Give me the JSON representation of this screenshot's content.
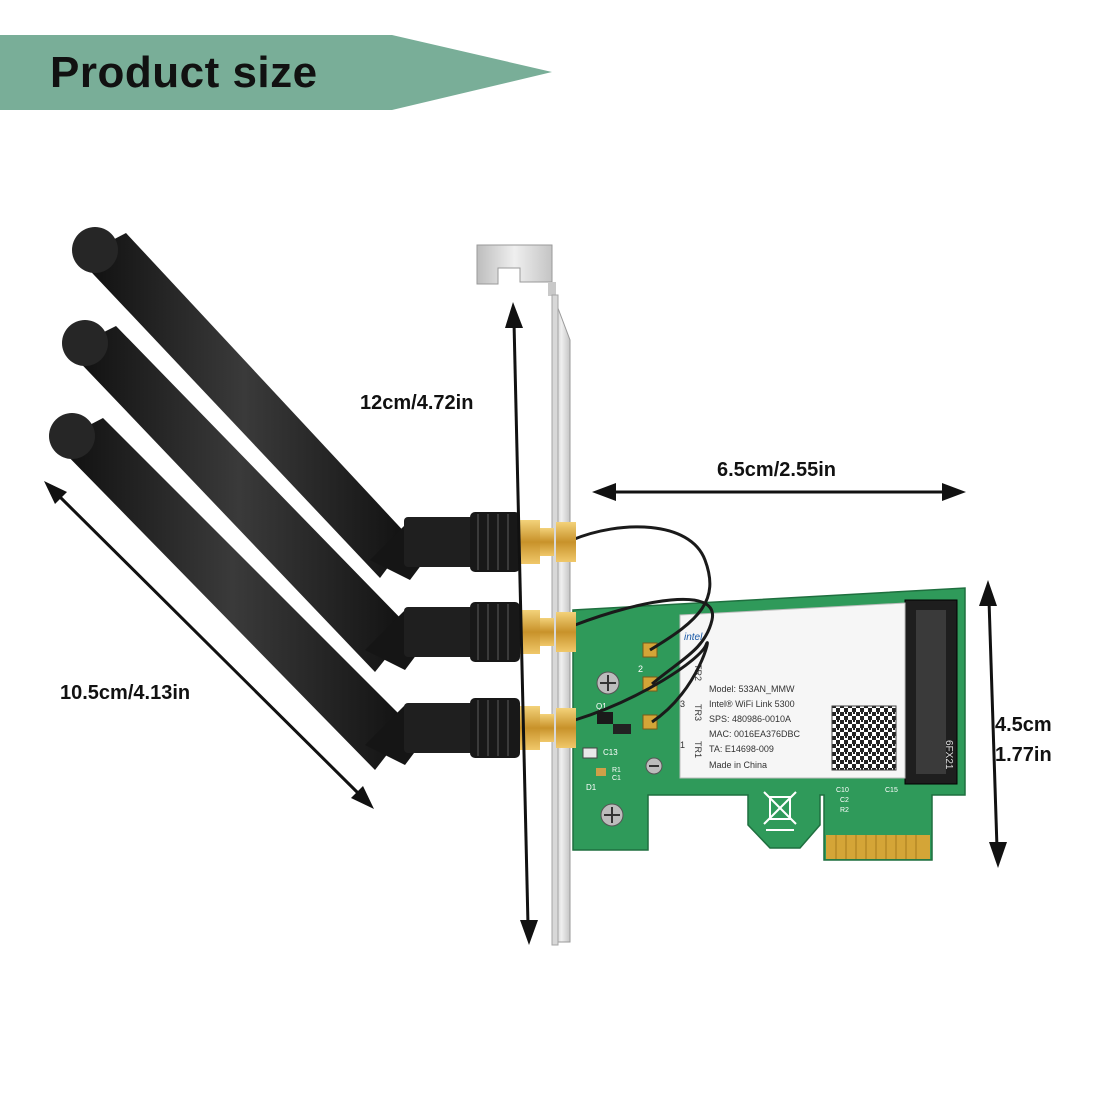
{
  "banner": {
    "title": "Product size",
    "color": "#79ae98"
  },
  "dimensions": {
    "bracket_height": "12cm/4.72in",
    "card_width": "6.5cm/2.55in",
    "antenna_length": "10.5cm/4.13in",
    "card_height_cm": "4.5cm",
    "card_height_in": "1.77in"
  },
  "module_label": {
    "brand": "intel",
    "model": "Model: 533AN_MMW",
    "name": "Intel® WiFi Link 5300",
    "sps": "SPS: 480986-0010A",
    "mac": "MAC: 0016EA376DBC",
    "ta": "TA: E14698-009",
    "origin": "Made in China",
    "tr3": "TR3",
    "tr2": "TR2",
    "tr1": "TR1",
    "port3": "3",
    "port2": "2",
    "port1": "1",
    "slot_code": "6FX21"
  },
  "board_labels": {
    "c13": "C13",
    "q1": "Q1",
    "d1": "D1",
    "r1": "R1",
    "c1": "C1",
    "c10": "C10",
    "c2": "C2",
    "r2": "R2",
    "c15": "C15"
  },
  "colors": {
    "pcb": "#2f9a5a",
    "bracket": "#d9d9d9",
    "antenna": "#1c1c1c",
    "gold": "#d4a537",
    "arrow": "#111111"
  }
}
